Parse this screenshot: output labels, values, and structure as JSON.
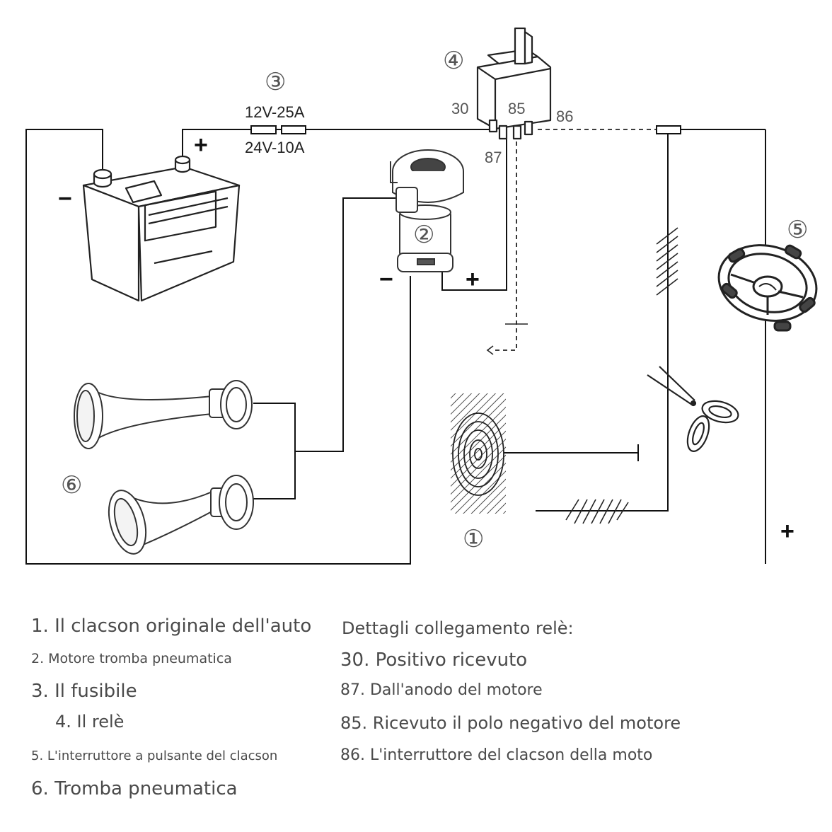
{
  "diagram": {
    "markers": {
      "battery_neg": "−",
      "battery_pos": "+",
      "compressor_neg": "−",
      "compressor_pos": "+",
      "right_pos": "+"
    },
    "fuse": {
      "number": "③",
      "top_label": "12V-25A",
      "bottom_label": "24V-10A"
    },
    "relay": {
      "number": "④",
      "pin_30": "30",
      "pin_85": "85",
      "pin_86": "86",
      "pin_87": "87"
    },
    "compressor_number": "②",
    "steering_number": "⑤",
    "horns_number": "⑥",
    "original_horn_number": "①"
  },
  "legend": {
    "item1": "1. Il clacson originale dell'auto",
    "item2": "2. Motore tromba pneumatica",
    "item3": "3. Il fusibile",
    "item4": "4. Il relè",
    "item5": "5. L'interruttore a pulsante del clacson",
    "item6": "6. Tromba pneumatica",
    "relay_title": "Dettagli collegamento relè:",
    "relay30": "30. Positivo ricevuto",
    "relay87": "87. Dall'anodo del motore",
    "relay85": "85. Ricevuto il polo negativo del motore",
    "relay86": "86. L'interruttore del clacson della moto"
  }
}
